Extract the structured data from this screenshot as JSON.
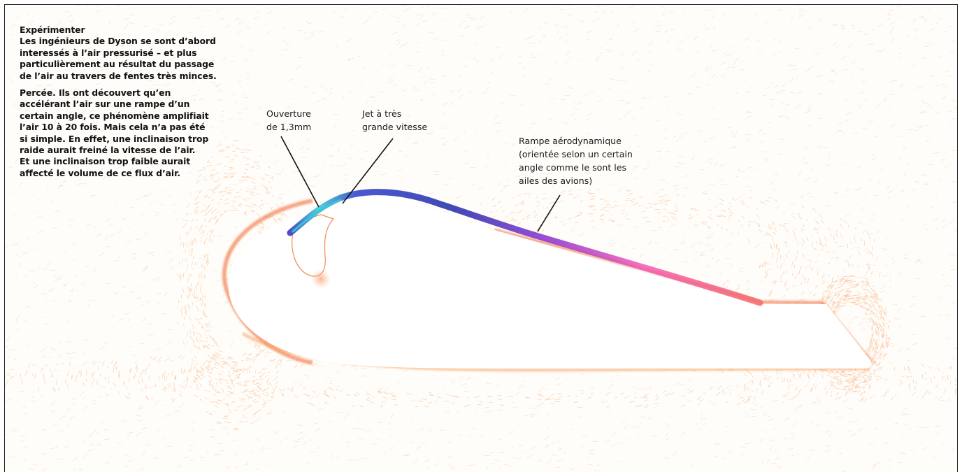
{
  "intro": {
    "heading": "Expérimenter",
    "paragraph1": "Les ingénieurs de Dyson se sont d’abord interessés à l’air pressurisé – et plus particulièrement au résultat du passage de l’air au travers de fentes très minces.",
    "paragraph2_lines": [
      "Percée. Ils ont découvert qu’en",
      "accélérant l’air sur une rampe d’un",
      "certain angle, ce phénomène amplifiait",
      "l’air 10 à 20 fois. Mais cela n’a pas été",
      "si simple. En effet, une inclinaison trop",
      "raide aurait freiné la vitesse de l’air.",
      "Et une inclinaison trop faible aurait",
      "affecté le volume de ce flux d’air."
    ],
    "paragraph1_lines": [
      "Les ingénieurs de Dyson se sont d’abord",
      "interessés à l’air pressurisé – et plus",
      "particulièrement au résultat du passage",
      "de l’air au travers de fentes très minces."
    ]
  },
  "labels": {
    "opening": [
      "Ouverture",
      "de 1,3mm"
    ],
    "jet": [
      "Jet à très",
      "grande vitesse"
    ],
    "ramp": [
      "Rampe aérodynamique",
      "(orientée selon un certain",
      "angle comme le sont les",
      "ailes des avions)"
    ]
  },
  "colors": {
    "slow_flow": "#f58a3c",
    "edge_flow": "#f0622a",
    "jet_core": "#2a2fb8",
    "jet_cyan": "#34c6d8",
    "ramp_pink": "#f25ab4",
    "background": "#fffdf9"
  }
}
